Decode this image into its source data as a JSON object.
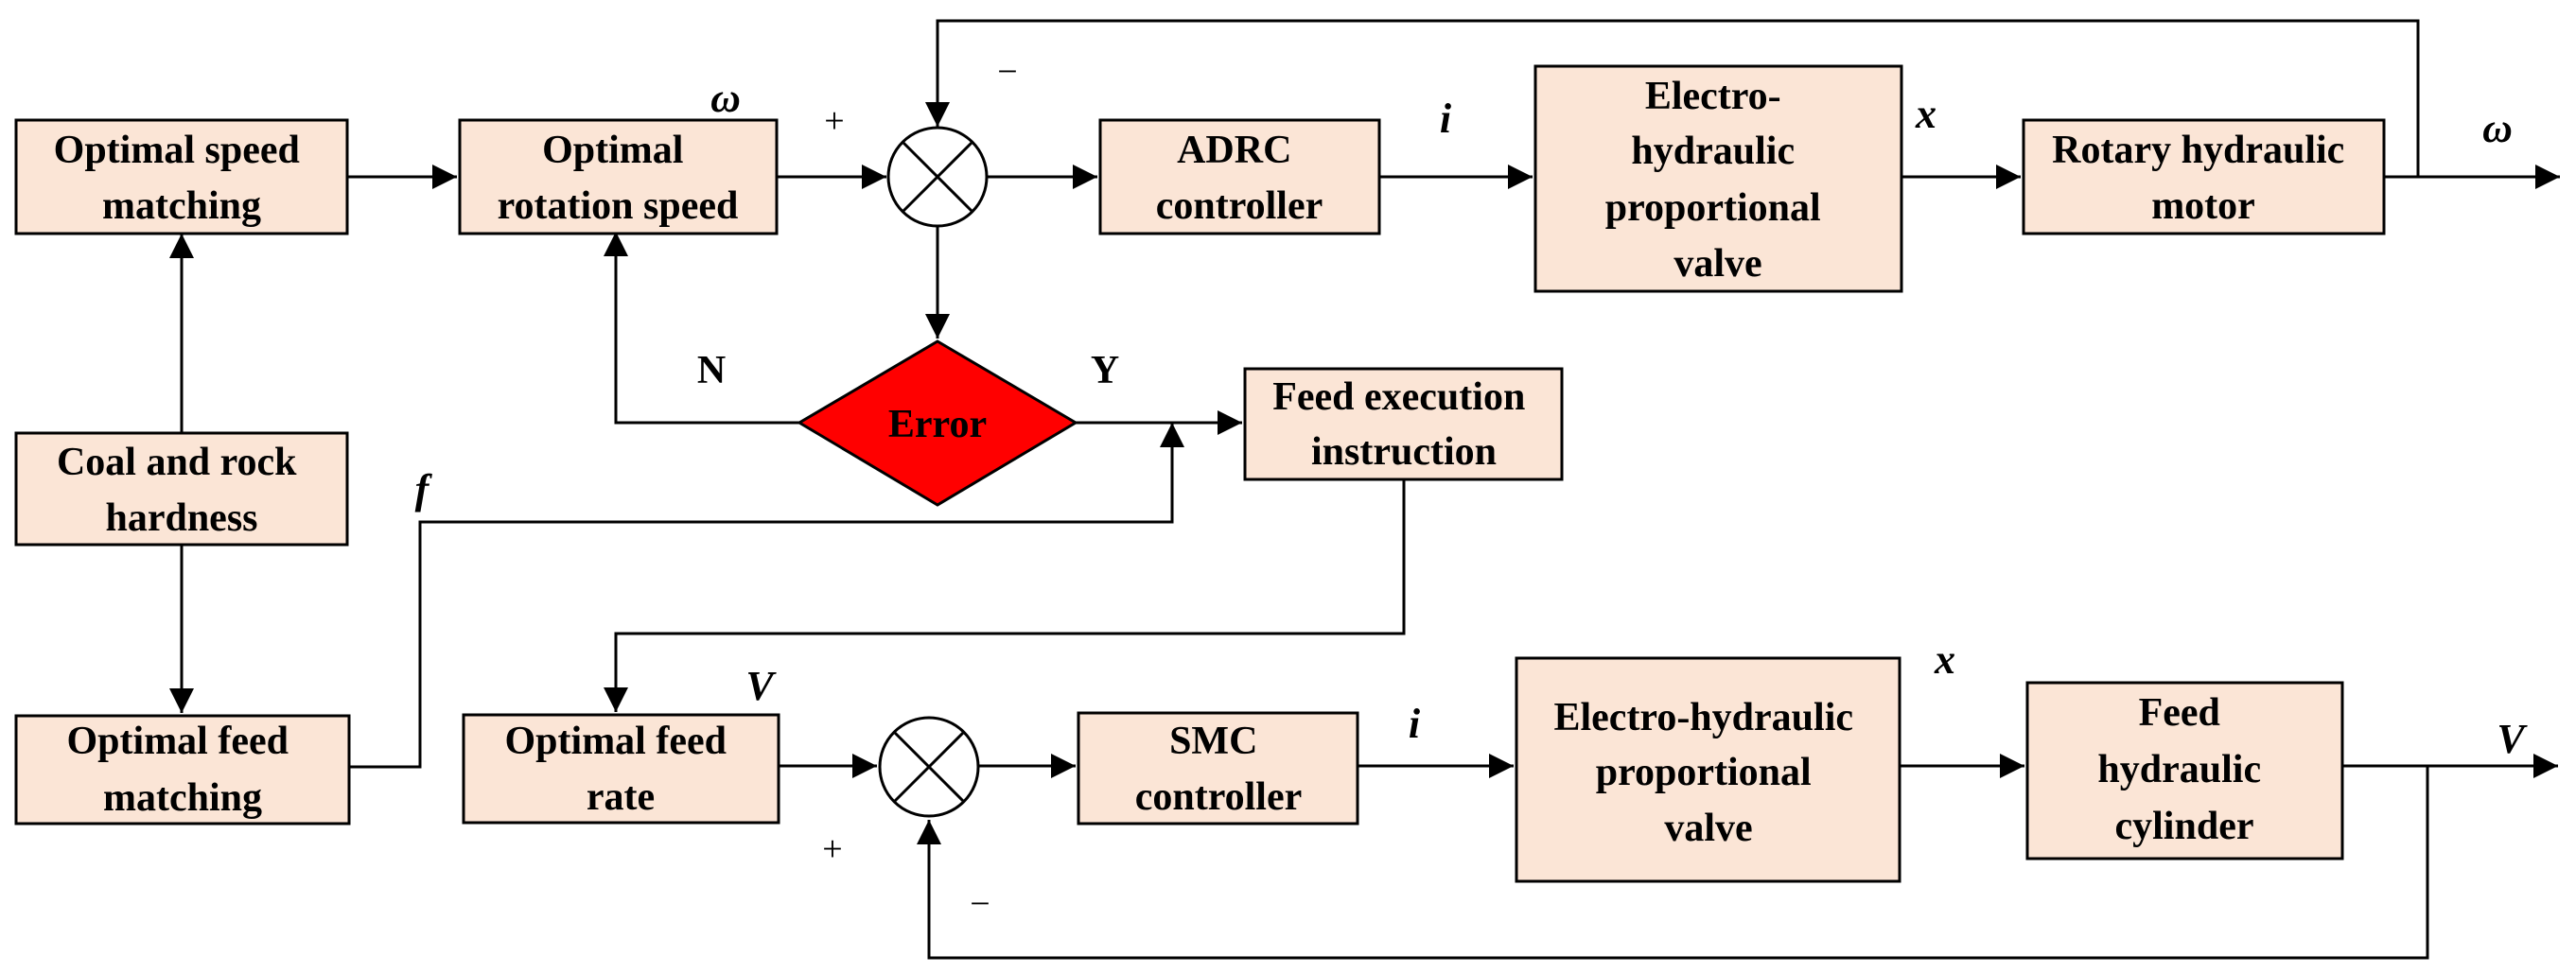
{
  "blocks": {
    "optimal_speed_matching": [
      "Optimal speed",
      "matching"
    ],
    "optimal_rotation_speed": [
      "Optimal",
      "rotation speed"
    ],
    "adrc_controller": [
      "ADRC",
      "controller"
    ],
    "ehpv_top": [
      "Electro-",
      "hydraulic",
      "proportional",
      "valve"
    ],
    "rotary_hydraulic_motor": [
      "Rotary hydraulic",
      "motor"
    ],
    "coal_rock_hardness": [
      "Coal and rock",
      "hardness"
    ],
    "feed_execution_instruction": [
      "Feed execution",
      "instruction"
    ],
    "optimal_feed_matching": [
      "Optimal feed",
      "matching"
    ],
    "optimal_feed_rate": [
      "Optimal feed",
      "rate"
    ],
    "smc_controller": [
      "SMC",
      "controller"
    ],
    "ehpv_bottom": [
      "Electro-hydraulic",
      "proportional",
      "valve"
    ],
    "feed_hydraulic_cylinder": [
      "Feed",
      "hydraulic",
      "cylinder"
    ]
  },
  "decision": {
    "label": "Error",
    "no": "N",
    "yes": "Y",
    "color": "#ff0000"
  },
  "signals": {
    "omega_top": "ω",
    "omega_out": "ω",
    "i_top": "i",
    "x_top": "x",
    "f": "f",
    "v_top": "V",
    "v_out": "V",
    "i_bottom": "i",
    "x_bottom": "x",
    "plus_top": "+",
    "minus_top": "−",
    "plus_bottom": "+",
    "minus_bottom": "−"
  },
  "colors": {
    "block_fill": "#fbe5d6",
    "decision_fill": "#ff0000"
  }
}
